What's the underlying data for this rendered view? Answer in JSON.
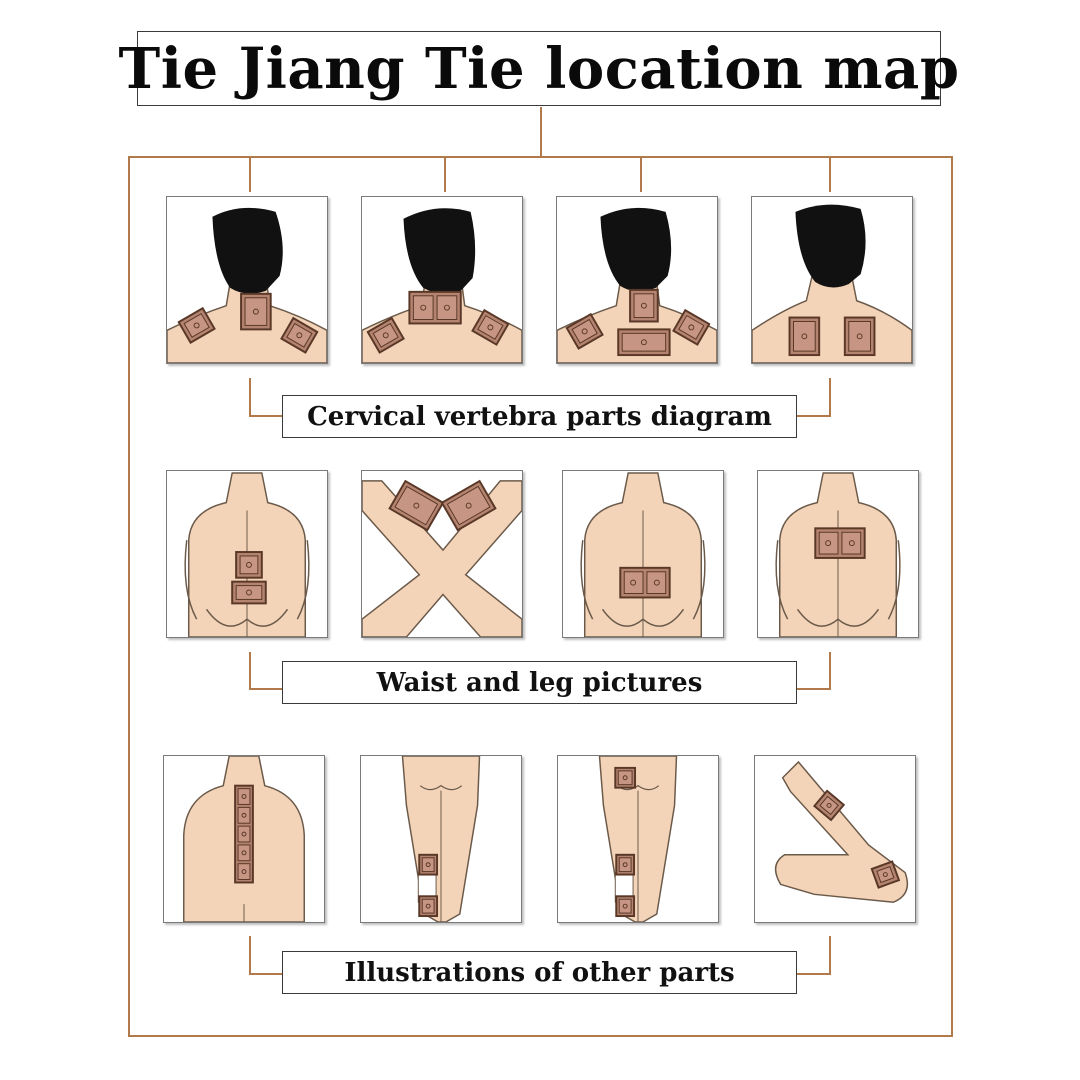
{
  "title": "Tie Jiang Tie location map",
  "sections": [
    {
      "label": "Cervical vertebra parts diagram"
    },
    {
      "label": "Waist and leg pictures"
    },
    {
      "label": "Illustrations of other parts"
    }
  ],
  "colors": {
    "connector": "#b27a4a",
    "skin": "#f3d4b8",
    "outline": "#6b5a4a",
    "hair": "#111111",
    "patch_fill": "#b48470",
    "patch_border": "#5a3828",
    "patch_inner": "#c79584"
  }
}
